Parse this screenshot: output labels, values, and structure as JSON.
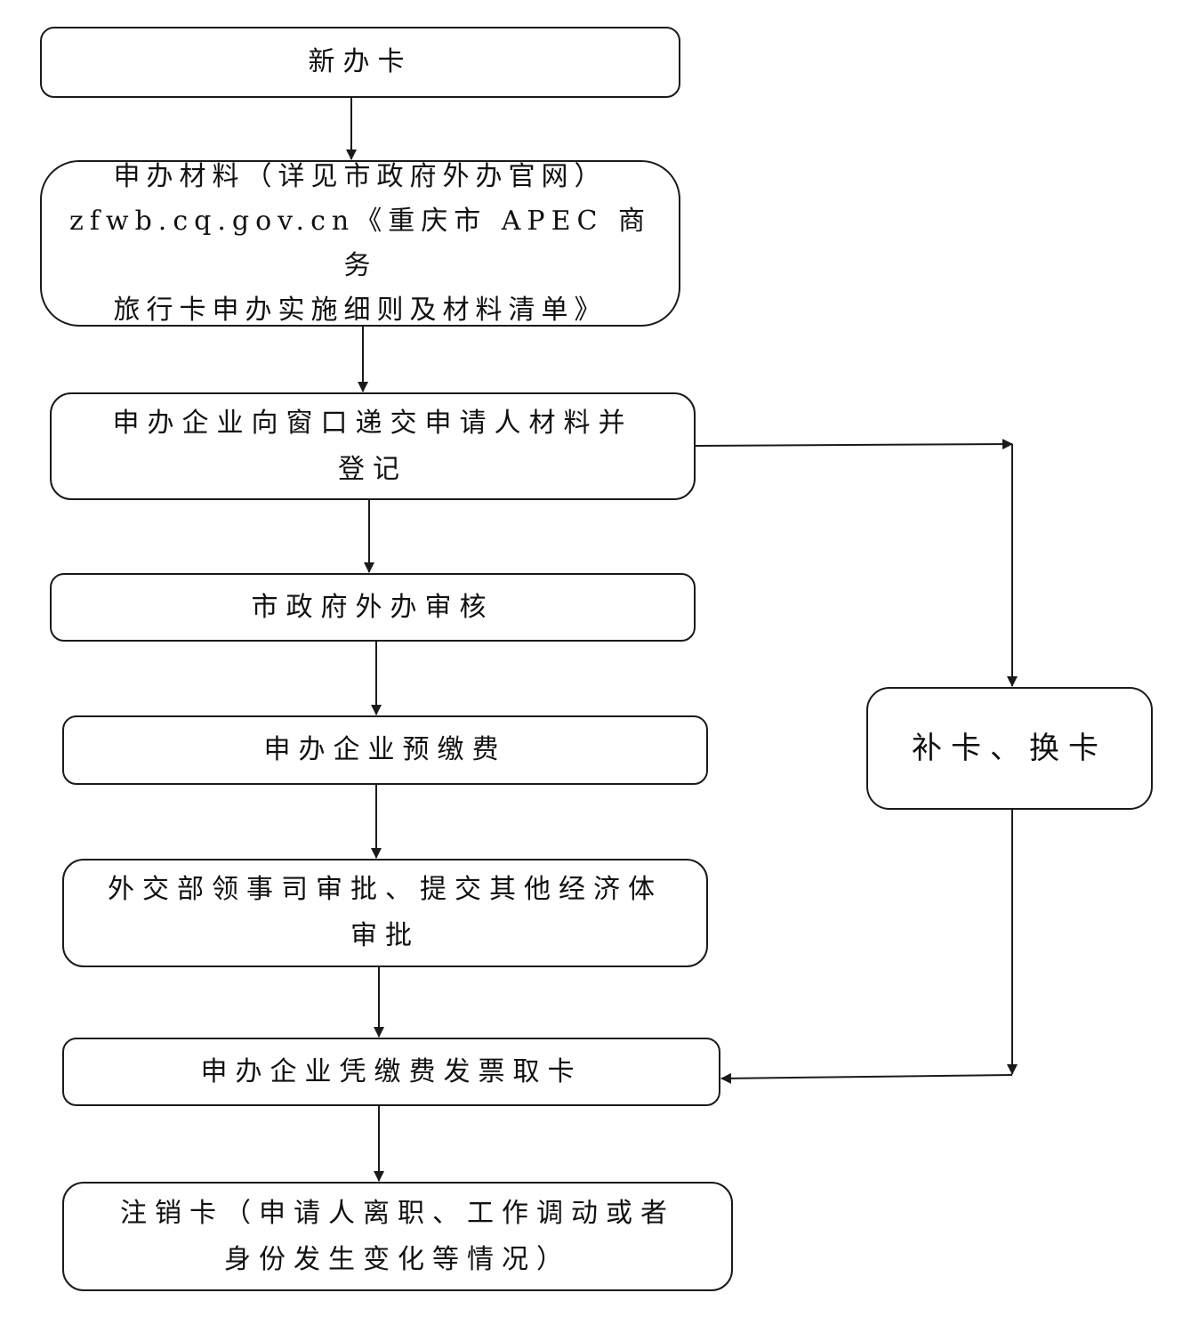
{
  "flowchart": {
    "nodes": {
      "new_card": "新办卡",
      "materials": "申办材料（详见市政府外办官网）\nzfwb.cq.gov.cn《重庆市 APEC 商务\n旅行卡申办实施细则及材料清单》",
      "submit": "申办企业向窗口递交申请人材料并\n登记",
      "review": "市政府外办审核",
      "prepay": "申办企业预缴费",
      "approve": "外交部领事司审批、提交其他经济体\n审批",
      "collect": "申办企业凭缴费发票取卡",
      "cancel": "注销卡（申请人离职、工作调动或者\n身份发生变化等情况）",
      "replace": "补卡、换卡"
    },
    "line_color": "#1a1a1a"
  }
}
